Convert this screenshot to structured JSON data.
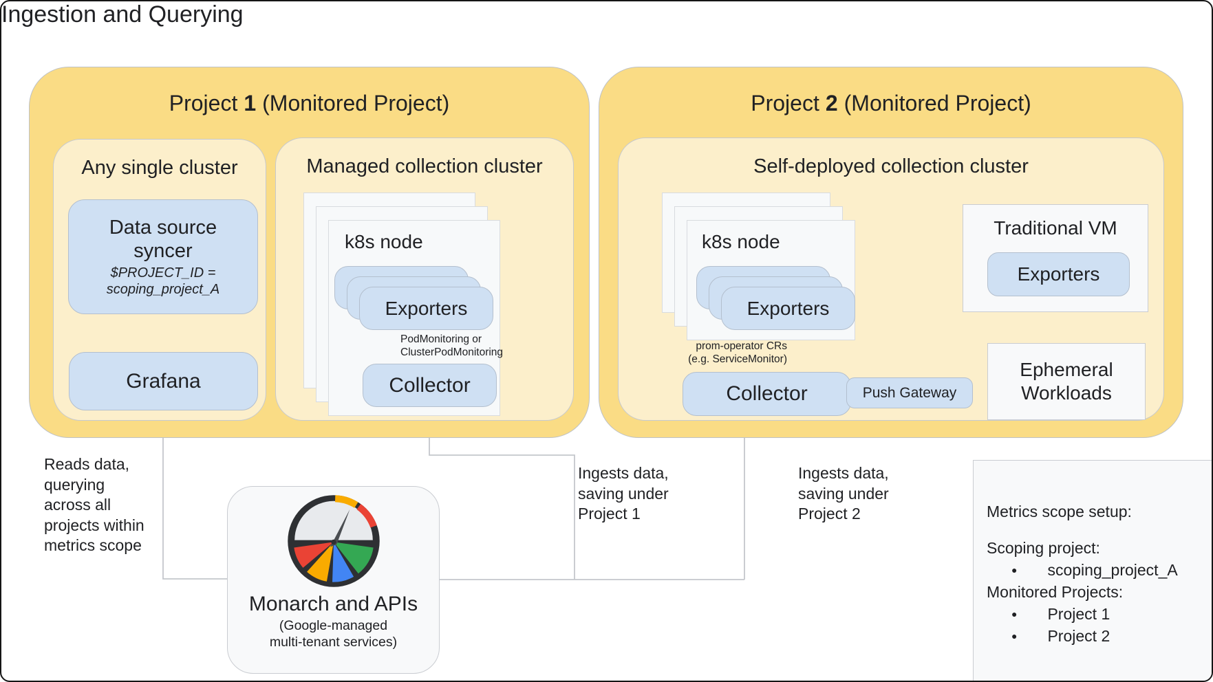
{
  "title": "Ingestion and Querying",
  "colors": {
    "outer_project_yellow": "#FADC85",
    "inner_cluster_yellow": "#FCEFCB",
    "component_blue": "#CFE0F3",
    "node_white": "#F7F9FA",
    "panel_gray": "#F8F9FA",
    "connector_gray": "#C4C7CC",
    "gauge_red": "#EA4335",
    "gauge_yellow": "#F9AB00",
    "gauge_blue": "#4285F4",
    "gauge_green": "#34A853"
  },
  "project1": {
    "header": {
      "pre": "Project",
      "num": "1",
      "post": "(Monitored Project)"
    },
    "any_single_cluster": {
      "title": "Any single cluster",
      "data_source_syncer": {
        "label": "Data source syncer",
        "note_line1": "$PROJECT_ID =",
        "note_line2": "scoping_project_A"
      },
      "grafana_label": "Grafana"
    },
    "managed_cluster": {
      "title": "Managed collection cluster",
      "k8s_node_label": "k8s node",
      "exporters_label": "Exporters",
      "monitoring_note_line1": "PodMonitoring or",
      "monitoring_note_line2": "ClusterPodMonitoring",
      "collector_label": "Collector"
    }
  },
  "project2": {
    "header": {
      "pre": "Project",
      "num": "2",
      "post": "(Monitored Project)"
    },
    "self_deployed_cluster": {
      "title": "Self-deployed collection cluster",
      "k8s_node_label": "k8s node",
      "exporters_label": "Exporters",
      "crs_note_line1": "prom-operator CRs",
      "crs_note_line2": "(e.g. ServiceMonitor)",
      "collector_label": "Collector",
      "push_gateway_label": "Push Gateway",
      "traditional_vm": {
        "title": "Traditional VM",
        "exporters_label": "Exporters"
      },
      "ephemeral_workloads_line1": "Ephemeral",
      "ephemeral_workloads_line2": "Workloads"
    }
  },
  "monarch": {
    "label": "Monarch and APIs",
    "sub_line1": "(Google-managed",
    "sub_line2": "multi-tenant services)"
  },
  "annotations": {
    "reads_data": [
      "Reads data,",
      "querying",
      "across all",
      "projects within",
      "metrics scope"
    ],
    "ingest1": [
      "Ingests data,",
      "saving under",
      "Project 1"
    ],
    "ingest2": [
      "Ingests data,",
      "saving under",
      "Project 2"
    ]
  },
  "metrics_scope": {
    "line1": "Metrics scope setup:",
    "line2": "Scoping project:",
    "bullet1": "scoping_project_A",
    "line3": "Monitored Projects:",
    "bullet2": "Project 1",
    "bullet3": "Project 2"
  }
}
